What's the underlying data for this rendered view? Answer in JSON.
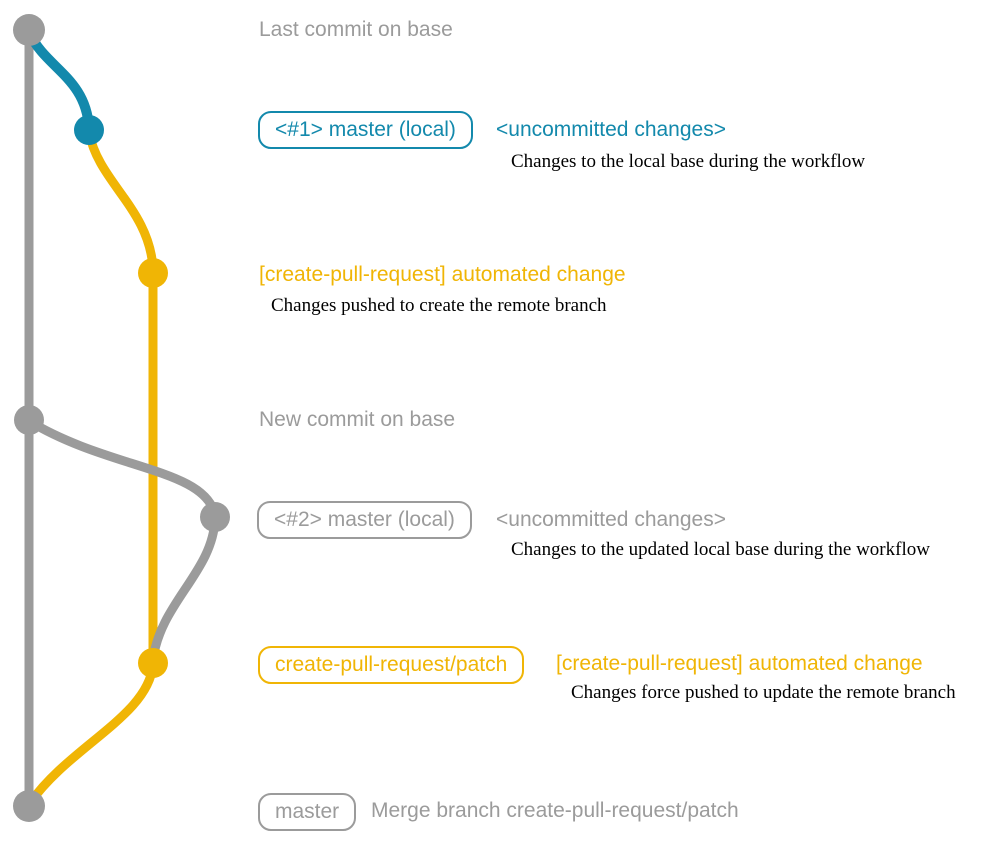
{
  "colors": {
    "background": "#ffffff",
    "gray": "#9b9b9b",
    "teal": "#1389ac",
    "yellow": "#f0b505",
    "note": "#000000"
  },
  "rows": [
    {
      "id": "last-commit-on-base",
      "message": "Last commit on base",
      "commit_color": "gray"
    },
    {
      "id": "master-local-1",
      "box": "<#1> master (local)",
      "tag": "<uncommitted changes>",
      "note": "Changes to the local base during the workflow",
      "commit_color": "teal"
    },
    {
      "id": "create-pull-request-commit-1",
      "message": "[create-pull-request] automated change",
      "note": "Changes pushed to create the remote branch",
      "commit_color": "yellow"
    },
    {
      "id": "new-commit-on-base",
      "message": "New commit on base",
      "commit_color": "gray"
    },
    {
      "id": "master-local-2",
      "box": "<#2> master (local)",
      "tag": "<uncommitted changes>",
      "note": "Changes to the updated local base during the workflow",
      "commit_color": "gray"
    },
    {
      "id": "create-pull-request-commit-2",
      "box": "create-pull-request/patch",
      "message": "[create-pull-request] automated change",
      "note": "Changes force pushed to update the remote branch",
      "commit_color": "yellow"
    },
    {
      "id": "merge-commit",
      "box": "master",
      "message": "Merge branch create-pull-request/patch",
      "commit_color": "gray"
    }
  ]
}
